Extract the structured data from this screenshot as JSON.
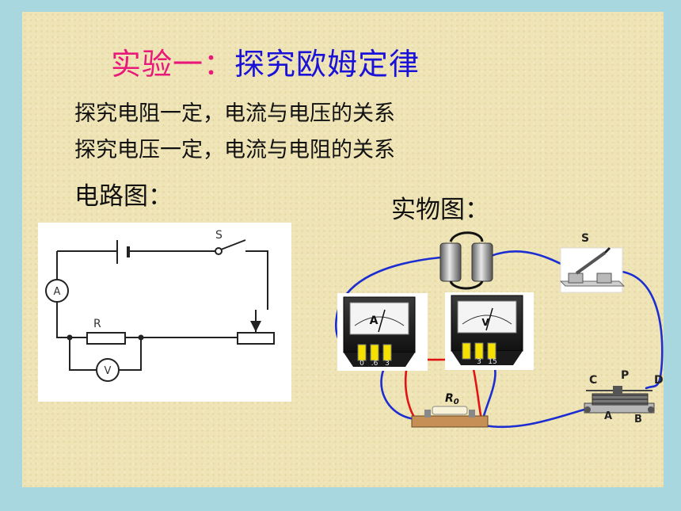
{
  "title": {
    "prefix": "实验一：",
    "main": "探究欧姆定律"
  },
  "lines": [
    "探究电阻一定，电流与电压的关系",
    "探究电压一定，电流与电阻的关系"
  ],
  "circuit": {
    "heading": "电路图：",
    "labels": {
      "switch": "S",
      "resistor": "R",
      "ammeter": "A",
      "voltmeter": "V"
    }
  },
  "physical": {
    "heading": "实物图：",
    "labels": {
      "switch": "S",
      "ammeter": "A",
      "voltmeter": "V",
      "resistor": "R",
      "resistor_sub": "0",
      "rheo_c": "C",
      "rheo_p": "P",
      "rheo_d": "D",
      "rheo_a": "A",
      "rheo_b": "B"
    },
    "ammeter_terminals": [
      "0",
      ".6",
      "3"
    ],
    "voltmeter_terminals": [
      "3",
      "15"
    ]
  },
  "colors": {
    "title_prefix": "#e8197b",
    "title_main": "#1a12d8",
    "wire_blue": "#1c2ed1",
    "wire_red": "#e01414"
  }
}
